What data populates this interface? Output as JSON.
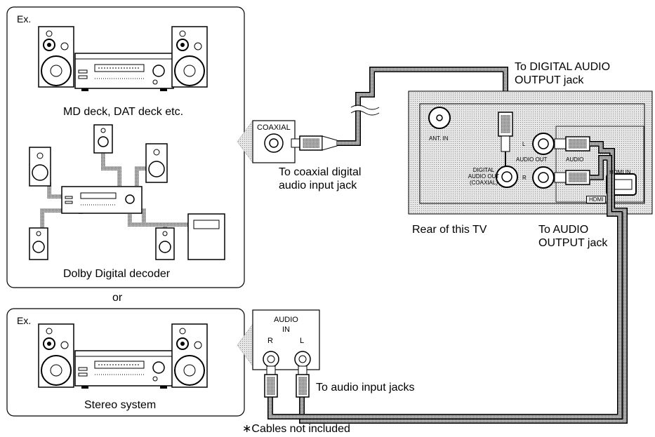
{
  "example_boxes": {
    "top": {
      "ex_label": "Ex.",
      "device1_caption": "MD deck, DAT deck etc.",
      "device2_caption": "Dolby Digital decoder"
    },
    "separator": "or",
    "bottom": {
      "ex_label": "Ex.",
      "device_caption": "Stereo system"
    }
  },
  "coaxial_panel": {
    "jack_label": "COAXIAL",
    "caption_line1": "To coaxial digital",
    "caption_line2": "audio input jack"
  },
  "audio_in_panel": {
    "title_line1": "AUDIO",
    "title_line2": "IN",
    "right_label": "R",
    "left_label": "L",
    "caption": "To audio input jacks"
  },
  "tv_panel": {
    "ant_in": "ANT. IN",
    "digital_audio_out_line1": "DIGITAL",
    "digital_audio_out_line2": "AUDIO OUT",
    "digital_audio_out_line3": "(COAXIAL)",
    "audio_out": "AUDIO OUT",
    "l": "L",
    "r": "R",
    "audio": "AUDIO",
    "hdmi_in": "HDMI IN",
    "hdmi": "HDMI",
    "caption": "Rear of this TV"
  },
  "callouts": {
    "digital_output_line1": "To DIGITAL AUDIO",
    "digital_output_line2": "OUTPUT jack",
    "audio_output_line1": "To AUDIO",
    "audio_output_line2": "OUTPUT jack"
  },
  "footnote": "∗Cables not included"
}
